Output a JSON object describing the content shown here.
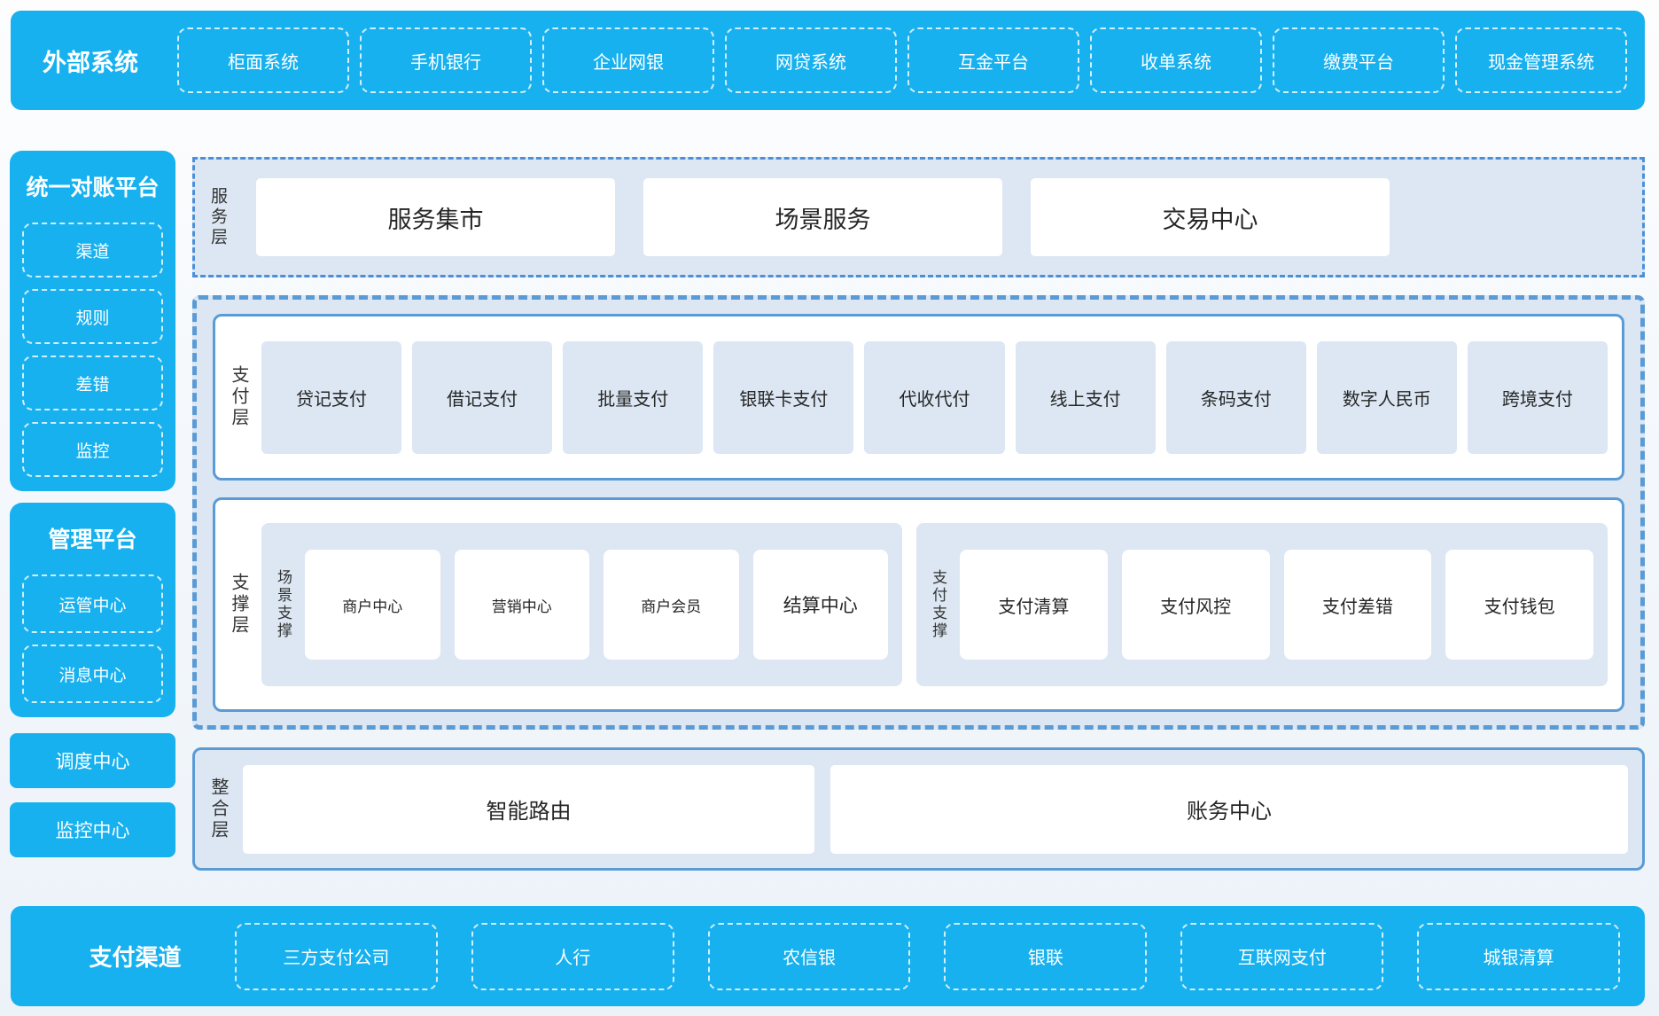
{
  "colors": {
    "brand_blue": "#17b1ef",
    "panel_light_blue": "#dce7f3",
    "panel_border_blue": "#5b9bd5",
    "service_border_blue": "#4a90d8",
    "box_white": "#ffffff",
    "dark_text": "#262626"
  },
  "top_bar": {
    "title": "外部系统",
    "items": [
      "柜面系统",
      "手机银行",
      "企业网银",
      "网贷系统",
      "互金平台",
      "收单系统",
      "缴费平台",
      "现金管理系统"
    ]
  },
  "sidebar": {
    "blocks": [
      {
        "title": "统一对账平台",
        "items": [
          "渠道",
          "规则",
          "差错",
          "监控"
        ]
      },
      {
        "title": "管理平台",
        "items": [
          "运管中心",
          "消息中心"
        ]
      }
    ],
    "solo_items": [
      "调度中心",
      "监控中心"
    ]
  },
  "layers": {
    "service": {
      "label": "服务层",
      "items": [
        "服务集市",
        "场景服务",
        "交易中心"
      ]
    },
    "payment": {
      "label": "支付层",
      "items": [
        "贷记支付",
        "借记支付",
        "批量支付",
        "银联卡支付",
        "代收代付",
        "线上支付",
        "条码支付",
        "数字人民币",
        "跨境支付"
      ]
    },
    "support": {
      "label": "支撑层",
      "groups": [
        {
          "label": "场景支撑",
          "items": [
            "商户中心",
            "营销中心",
            "商户会员",
            "结算中心"
          ]
        },
        {
          "label": "支付支撑",
          "items": [
            "支付清算",
            "支付风控",
            "支付差错",
            "支付钱包"
          ]
        }
      ]
    },
    "integration": {
      "label": "整合层",
      "items": [
        "智能路由",
        "账务中心"
      ]
    }
  },
  "bottom_bar": {
    "title": "支付渠道",
    "items": [
      "三方支付公司",
      "人行",
      "农信银",
      "银联",
      "互联网支付",
      "城银清算"
    ]
  }
}
